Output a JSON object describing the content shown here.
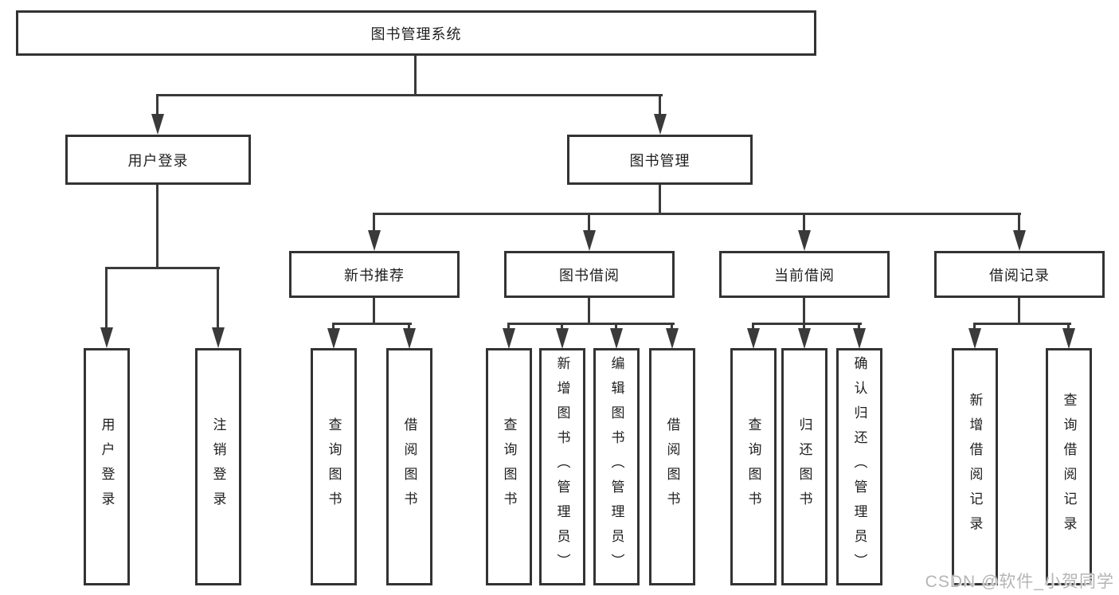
{
  "colors": {
    "line": "#3a3a3a",
    "border": "#333333",
    "text": "#1f1f1f",
    "bg": "#ffffff",
    "watermark": "#b5b5b5"
  },
  "tree": {
    "root": "图书管理系统",
    "user_login": {
      "label": "用户登录",
      "children": [
        "用户登录",
        "注销登录"
      ]
    },
    "book_mgmt": {
      "label": "图书管理",
      "sections": [
        {
          "label": "新书推荐",
          "children": [
            "查询图书",
            "借阅图书"
          ]
        },
        {
          "label": "图书借阅",
          "children": [
            "查询图书",
            "新增图书（管理员）",
            "编辑图书（管理员）",
            "借阅图书"
          ]
        },
        {
          "label": "当前借阅",
          "children": [
            "查询图书",
            "归还图书",
            "确认归还（管理员）"
          ]
        },
        {
          "label": "借阅记录",
          "children": [
            "新增借阅记录",
            "查询借阅记录"
          ]
        }
      ]
    }
  },
  "watermark": "CSDN @软件_小贺同学"
}
